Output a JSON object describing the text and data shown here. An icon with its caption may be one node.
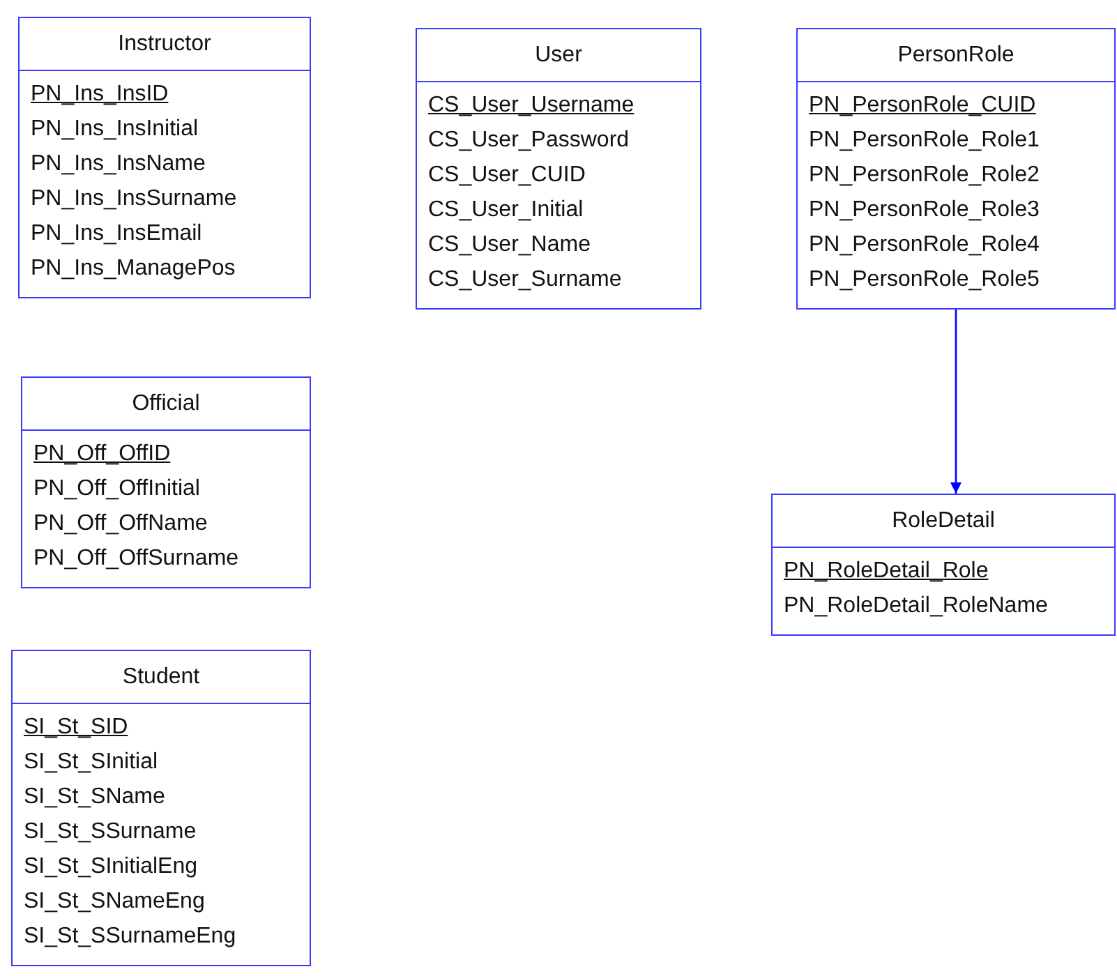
{
  "diagram": {
    "nodes": [
      {
        "text": [
          "Instructor",
          "PN_Ins_InsID",
          "PN_Ins_InsInitial",
          "PN_Ins_InsName",
          "PN_Ins_InsSurname",
          "PN_Ins_InsEmail",
          "PN_Ins_ManagePos"
        ]
      },
      {
        "text": [
          "User",
          "CS_User_Username",
          "CS_User_Password",
          "CS_User_CUID",
          "CS_User_Initial",
          "CS_User_Name",
          "CS_User_Surname"
        ]
      },
      {
        "text": [
          "PersonRole",
          "PN_PersonRole_CUID",
          "PN_PersonRole_Role1",
          "PN_PersonRole_Role2",
          "PN_PersonRole_Role3",
          "PN_PersonRole_Role4",
          "PN_PersonRole_Role5"
        ]
      },
      {
        "text": [
          "Official",
          "PN_Off_OffID",
          "PN_Off_OffInitial",
          "PN_Off_OffName",
          "PN_Off_OffSurname"
        ]
      },
      {
        "text": [
          "RoleDetail",
          "PN_RoleDetail_Role",
          "PN_RoleDetail_RoleName"
        ]
      },
      {
        "text": [
          "Student",
          "SI_St_SID",
          "SI_St_SInitial",
          "SI_St_SName",
          "SI_St_SSurname",
          "SI_St_SInitialEng",
          "SI_St_SNameEng",
          "SI_St_SSurnameEng"
        ]
      }
    ],
    "edges": [
      {
        "from": 2,
        "to": 4,
        "arrow": "to"
      }
    ]
  }
}
